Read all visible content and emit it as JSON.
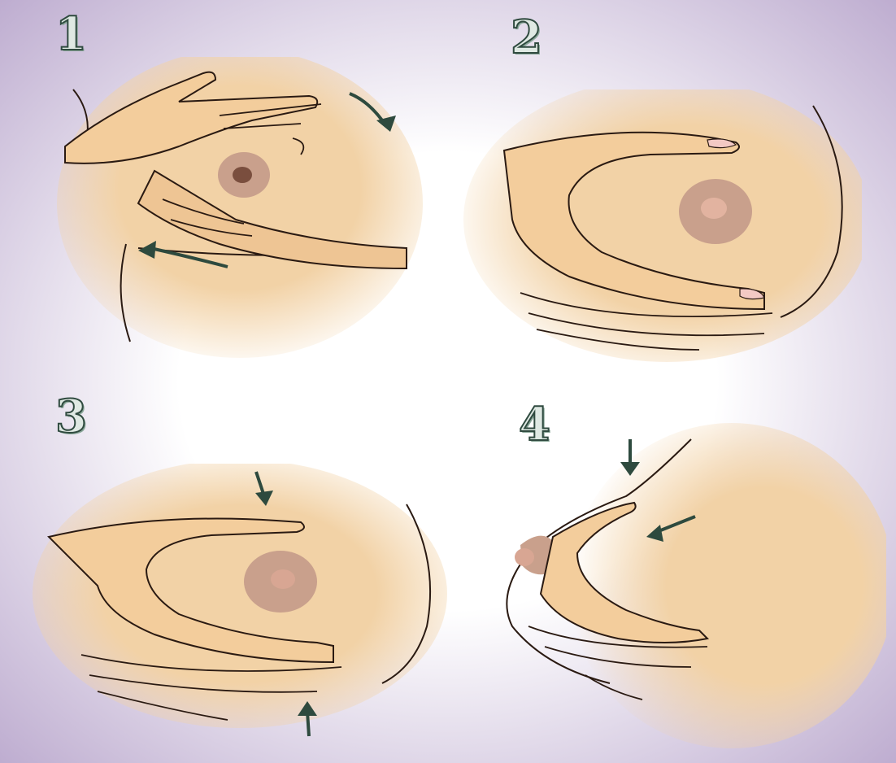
{
  "figure": {
    "steps": [
      {
        "number": "1"
      },
      {
        "number": "2"
      },
      {
        "number": "3"
      },
      {
        "number": "4"
      }
    ],
    "colors": {
      "skin": "#f1cfa0",
      "skin_shadow": "#c89568",
      "areola": "#c9a08c",
      "nipple": "#d8a693",
      "outline": "#2a1a12",
      "arrow": "#2e4a3e",
      "nail": "#f3c9c4",
      "background_tint": "#b9a6cc",
      "number_fill": "#dfe9e3",
      "number_stroke": "#2f4a3f"
    }
  }
}
